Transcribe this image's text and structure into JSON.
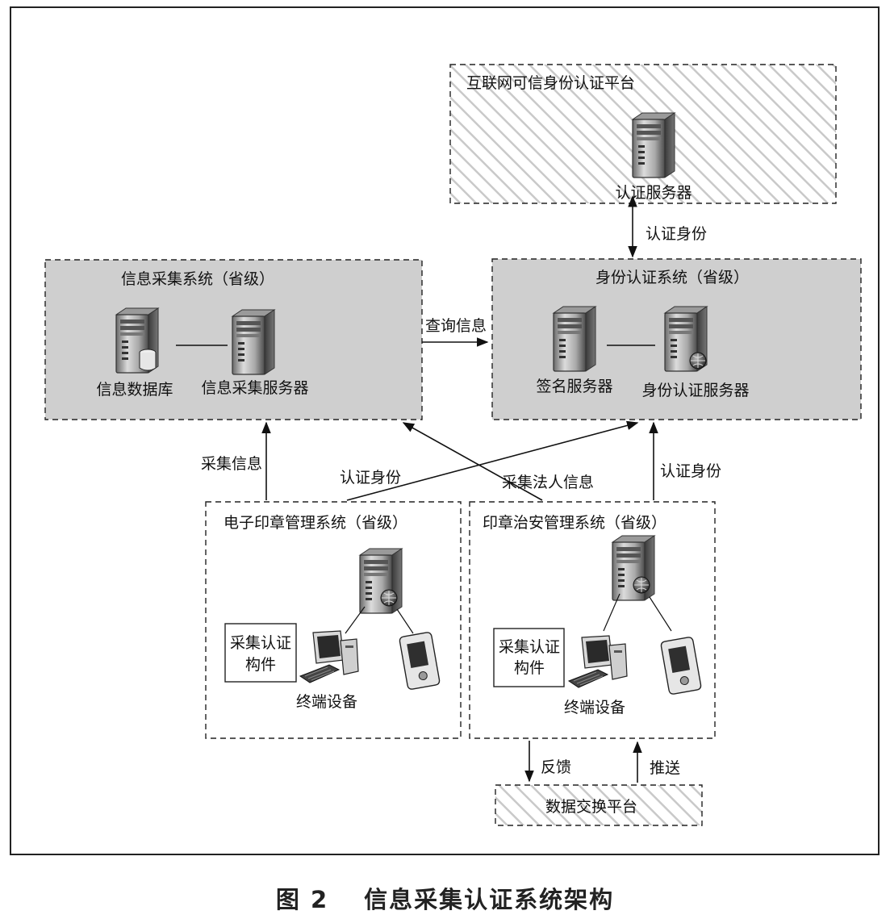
{
  "diagram": {
    "internet_platform": {
      "title": "互联网可信身份认证平台",
      "server_label": "认证服务器"
    },
    "collect_system": {
      "title": "信息采集系统（省级）",
      "db_label": "信息数据库",
      "server_label": "信息采集服务器"
    },
    "auth_system": {
      "title": "身份认证系统（省级）",
      "sign_label": "签名服务器",
      "auth_server_label": "身份认证服务器"
    },
    "seal_mgmt": {
      "title": "电子印章管理系统（省级）",
      "component_line1": "采集认证",
      "component_line2": "构件",
      "terminal_label": "终端设备"
    },
    "security_mgmt": {
      "title": "印章治安管理系统（省级）",
      "component_line1": "采集认证",
      "component_line2": "构件",
      "terminal_label": "终端设备"
    },
    "exchange": {
      "title": "数据交换平台"
    },
    "edges": {
      "auth_identity_top": "认证身份",
      "query_info": "查询信息",
      "collect_info": "采集信息",
      "auth_identity_cross": "认证身份",
      "collect_legal": "采集法人信息",
      "auth_identity_right": "认证身份",
      "feedback": "反馈",
      "push": "推送"
    }
  },
  "caption": {
    "figure_no": "图 2",
    "title": "信息采集认证系统架构"
  }
}
